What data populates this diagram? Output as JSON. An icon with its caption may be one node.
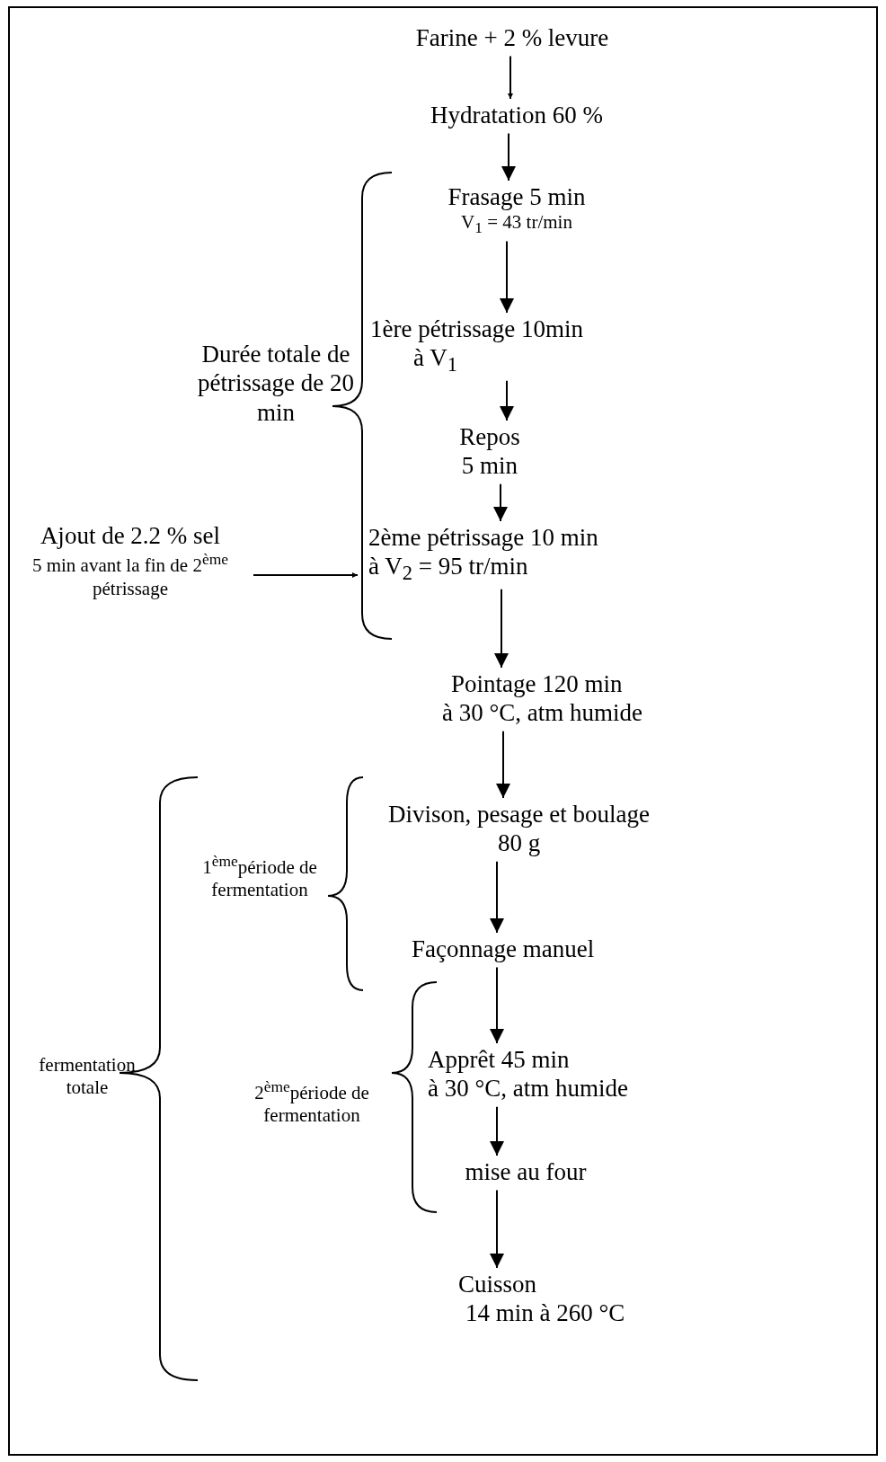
{
  "diagram": {
    "nodes": [
      {
        "text": [
          "Farine + 2 % levure"
        ]
      },
      {
        "text": [
          "Hydratation 60 %"
        ]
      },
      {
        "text": [
          "Frasage 5 min",
          "V$_{1}$ =  43 tr/min"
        ]
      },
      {
        "text": [
          "1ère pétrissage 10min",
          "à  V$_{1}$"
        ]
      },
      {
        "text": [
          "Repos",
          "5 min"
        ]
      },
      {
        "text": [
          "2ème pétrissage  10  min",
          "à V$_{2}$ = 95 tr/min"
        ]
      },
      {
        "text": [
          "Pointage 120 min",
          "à 30 °C, atm humide"
        ]
      },
      {
        "text": [
          "Divison, pesage et boulage",
          "80 g"
        ]
      },
      {
        "text": [
          "Façonnage manuel"
        ]
      },
      {
        "text": [
          "Apprêt 45 min",
          "à 30 °C, atm humide"
        ]
      },
      {
        "text": [
          "mise au four"
        ]
      },
      {
        "text": [
          "Cuisson",
          "14 min à 260 °C"
        ]
      },
      {
        "text": [
          "Ajout de 2.2 % sel",
          "5 min avant la fin de  2$^{ème}$ pétrissage"
        ]
      }
    ],
    "edges": [
      {
        "from": 0,
        "to": 1,
        "arrow": "to"
      },
      {
        "from": 1,
        "to": 2,
        "arrow": "to"
      },
      {
        "from": 2,
        "to": 3,
        "arrow": "to"
      },
      {
        "from": 3,
        "to": 4,
        "arrow": "to"
      },
      {
        "from": 4,
        "to": 5,
        "arrow": "to"
      },
      {
        "from": 5,
        "to": 6,
        "arrow": "to"
      },
      {
        "from": 6,
        "to": 7,
        "arrow": "to"
      },
      {
        "from": 7,
        "to": 8,
        "arrow": "to"
      },
      {
        "from": 8,
        "to": 9,
        "arrow": "to"
      },
      {
        "from": 9,
        "to": 10,
        "arrow": "to"
      },
      {
        "from": 10,
        "to": 11,
        "arrow": "to"
      },
      {
        "from": 12,
        "to": 5,
        "arrow": "to"
      }
    ],
    "labels": [
      "Durée totale de pétrissage de 20 min",
      "1$^{ème}$période de fermentation",
      "fermentation totale",
      "2$^{ème}$période de fermentation"
    ]
  }
}
